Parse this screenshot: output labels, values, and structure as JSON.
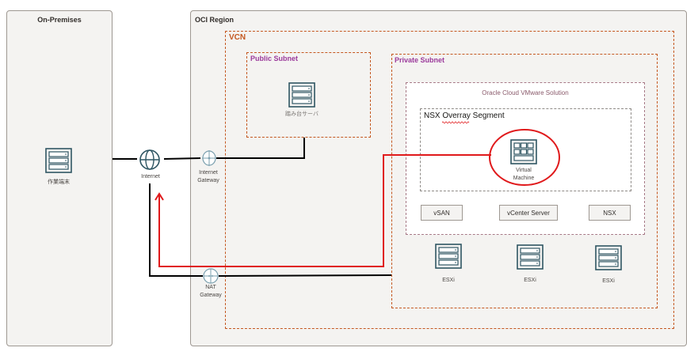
{
  "on_premises": {
    "title": "On-Premises",
    "terminal_label": "作業端末"
  },
  "internet": {
    "label": "Internet"
  },
  "oci_region": {
    "title": "OCI Region",
    "internet_gateway": {
      "line1": "Internet",
      "line2": "Gateway"
    },
    "nat_gateway": {
      "line1": "NAT",
      "line2": "Gateway"
    },
    "vcn": {
      "title": "VCN",
      "public_subnet": {
        "title": "Public Subnet",
        "server_label": "踏み台サーバ"
      },
      "private_subnet": {
        "title": "Private Subnet",
        "ocvs": {
          "title": "Oracle Cloud VMware Solution",
          "nsx_segment": {
            "title": "NSX Overray Segment",
            "vm": {
              "line1": "Virtual",
              "line2": "Machine"
            }
          },
          "components": [
            "vSAN",
            "vCenter Server",
            "NSX"
          ]
        },
        "esxi_hosts": [
          "ESXi",
          "ESXi",
          "ESXi"
        ]
      }
    }
  },
  "colors": {
    "panel_bg": "#f4f3f1",
    "vcn_border": "#c4571f",
    "subnet_title": "#9b3a9b",
    "ocvs_title": "#8a5a6b",
    "icon_stroke": "#2f5663",
    "highlight_red": "#e0191b"
  }
}
